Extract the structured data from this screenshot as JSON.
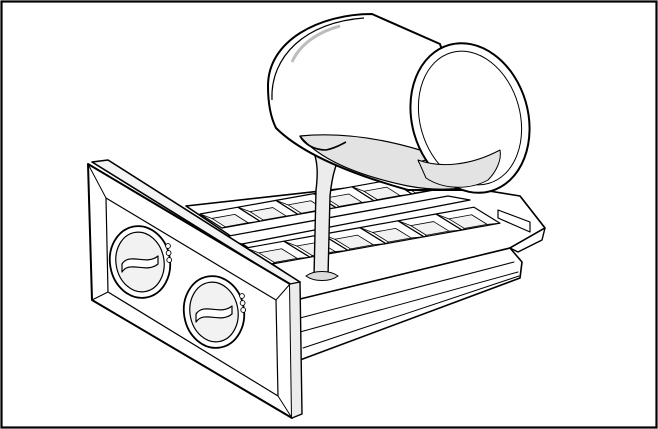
{
  "figure": {
    "subject": "ice-tray-filling-illustration",
    "colors": {
      "line": "#000000",
      "paper": "#ffffff",
      "water": "#e6e6e6",
      "water_dark": "#cfcfcf",
      "shade": "#f2f2f2"
    },
    "tray": {
      "rows": 2,
      "cells_per_row": 6
    },
    "knobs": {
      "count": 2
    }
  }
}
